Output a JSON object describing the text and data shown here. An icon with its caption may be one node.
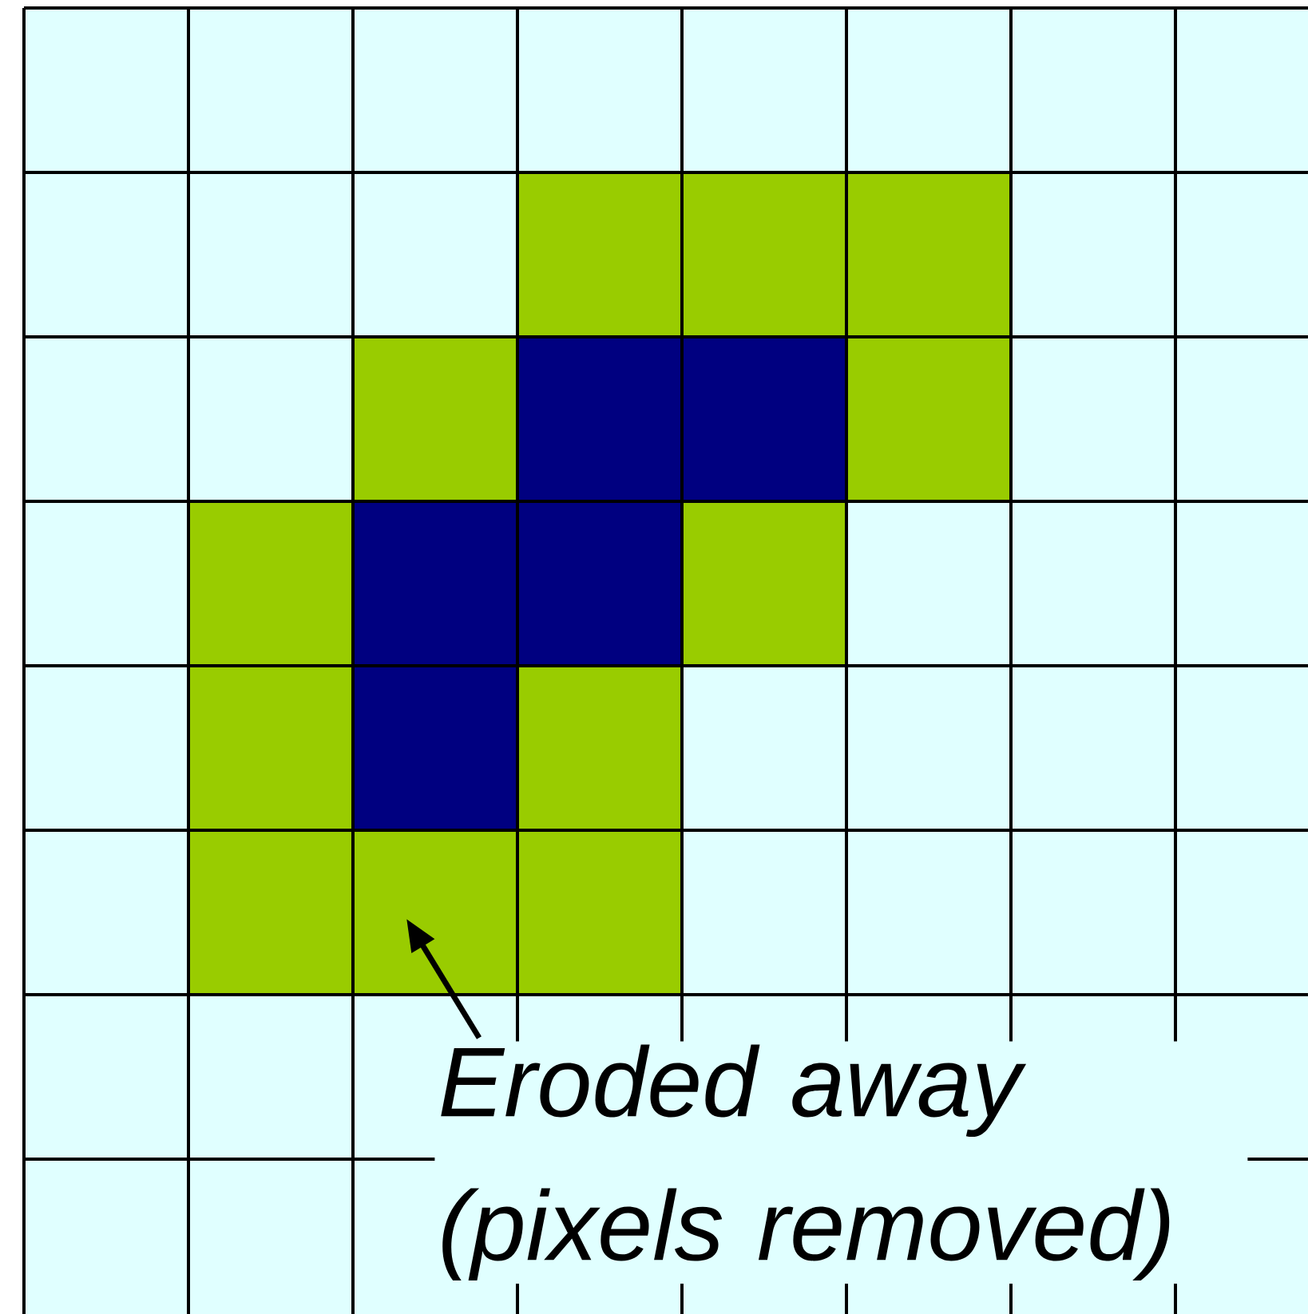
{
  "diagram": {
    "nodes": [
      {
        "text": [
          "Eroded away (pixels removed)"
        ]
      },
      {
        "text": [],
        "shape": "box"
      }
    ],
    "edges": [
      {
        "from": 0,
        "to": 1,
        "arrow": "to"
      }
    ]
  }
}
